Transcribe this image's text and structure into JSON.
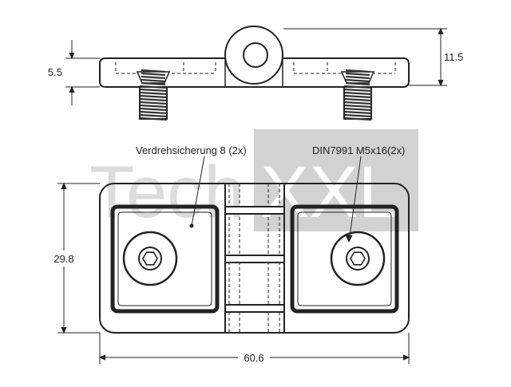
{
  "watermark": {
    "text_left": "Tech",
    "text_right": "XXL",
    "color_light": "#d9d9d9",
    "color_box": "#cfcfcf"
  },
  "side_view": {
    "dim_plate_height": "5.5",
    "dim_total_height": "11.5"
  },
  "top_view": {
    "dim_width": "60.6",
    "dim_height": "29.8",
    "label_anti_rotation": "Verdrehsicherung 8 (2x)",
    "label_screw": "DIN7991 M5x16(2x)"
  },
  "colors": {
    "line": "#222222",
    "thread": "#333333"
  }
}
